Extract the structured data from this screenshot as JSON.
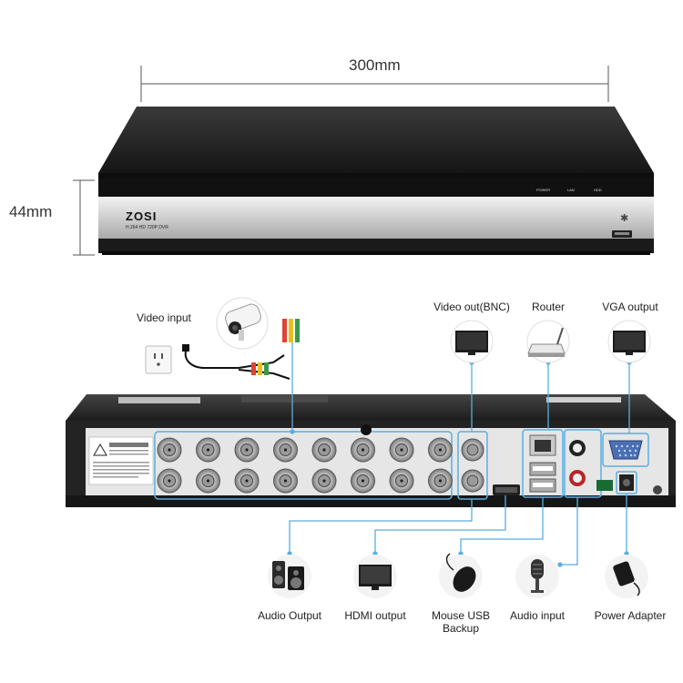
{
  "dimensions": {
    "width": "300mm",
    "height": "44mm"
  },
  "front_panel": {
    "brand": "ZOSI",
    "model_text": "H.264 HD 720P DVR",
    "indicators": [
      "POWER",
      "LAN",
      "HDD"
    ]
  },
  "labels": {
    "video_input": "Video input",
    "video_out_bnc": "Video out(BNC)",
    "router": "Router",
    "vga_output": "VGA output",
    "audio_output": "Audio Output",
    "hdmi_output": "HDMI output",
    "mouse_usb_backup": "Mouse USB\nBackup",
    "audio_input": "Audio input",
    "power_adapter": "Power Adapter"
  },
  "rear_panel": {
    "bnc_rows": 2,
    "bnc_columns": 8
  },
  "colors": {
    "callout_line": "#5aaee0",
    "body_dark": "#2a2a2a",
    "panel_silver": "#d8d8d8"
  }
}
